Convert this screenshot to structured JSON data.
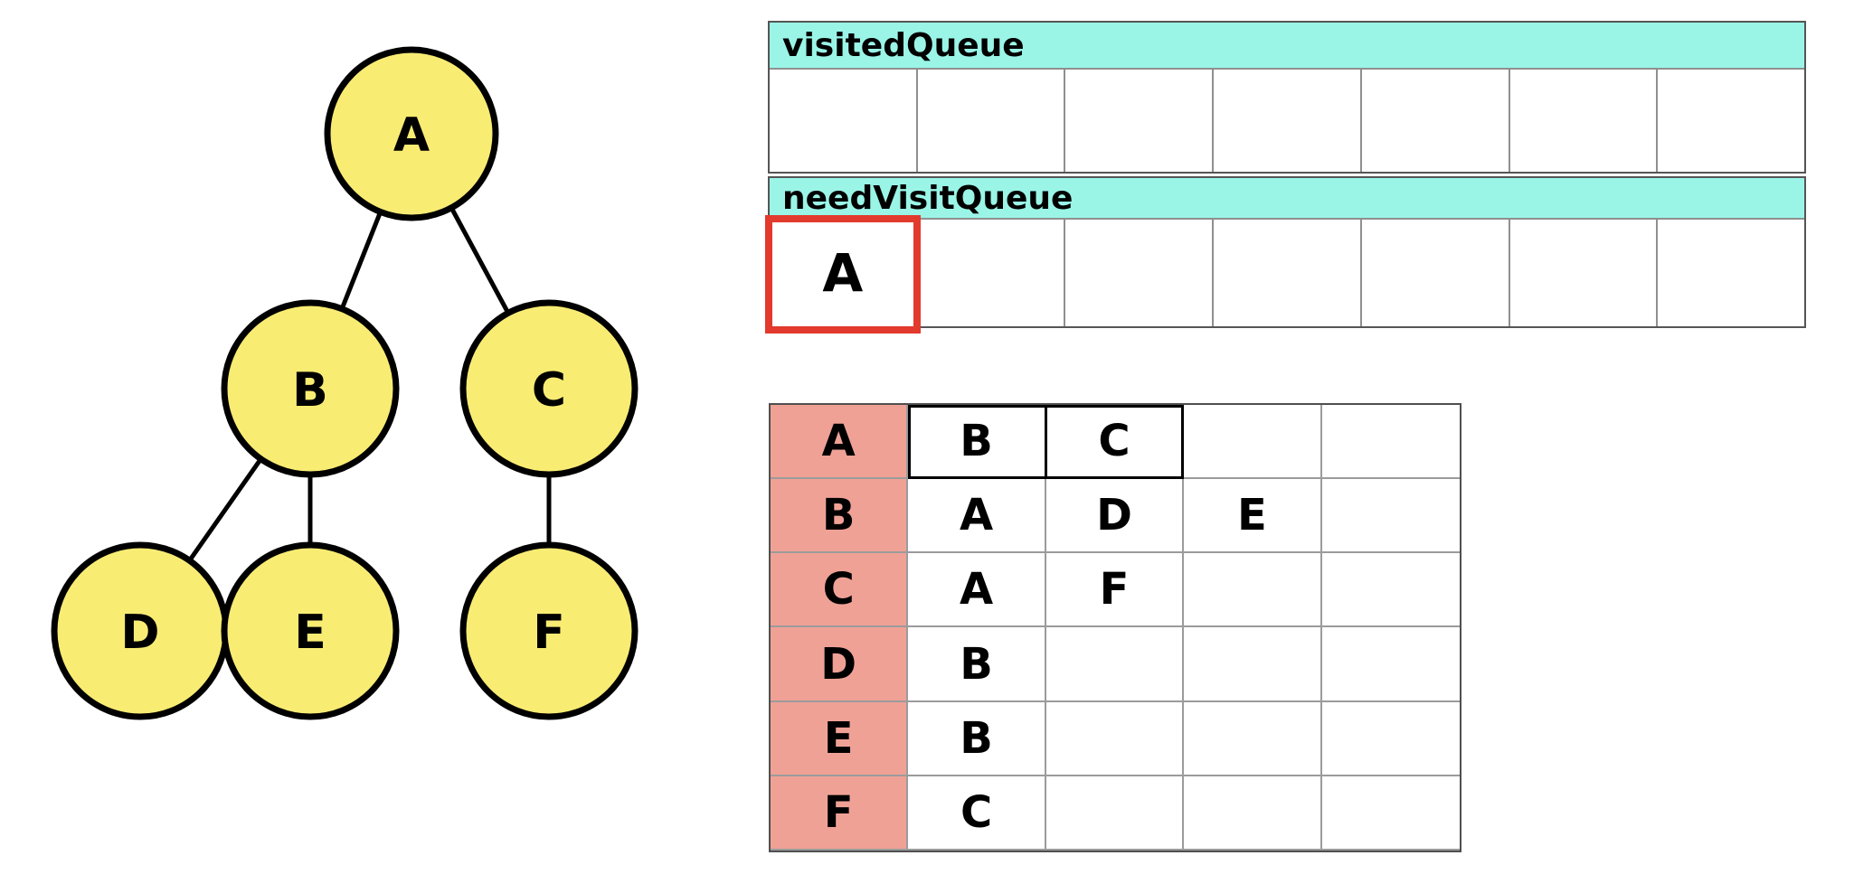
{
  "colors": {
    "node_fill": "#F9EC73",
    "node_stroke": "#000000",
    "edge": "#000000",
    "queue_header_bg": "#9AF5E7",
    "adjacency_label_bg": "#F0A196",
    "current_cell_border": "#E23A2C",
    "highlight_cell_border": "#000000",
    "grid_line": "#9B9B9B",
    "table_border": "#4F4F4F"
  },
  "tree": {
    "nodes": [
      {
        "label": "A"
      },
      {
        "label": "B"
      },
      {
        "label": "C"
      },
      {
        "label": "D"
      },
      {
        "label": "E"
      },
      {
        "label": "F"
      }
    ],
    "edges": [
      "A-B",
      "A-C",
      "B-D",
      "B-E",
      "C-F"
    ]
  },
  "queues": {
    "visited": {
      "title": "visitedQueue",
      "cells": [
        "",
        "",
        "",
        "",
        "",
        "",
        ""
      ]
    },
    "need_visit": {
      "title": "needVisitQueue",
      "cells": [
        "A",
        "",
        "",
        "",
        "",
        "",
        ""
      ],
      "highlighted_cell_index": 0
    }
  },
  "adjacency": {
    "rows": [
      {
        "node": "A",
        "neighbors": [
          "B",
          "C",
          "",
          ""
        ],
        "highlighted_neighbors": [
          "B",
          "C"
        ]
      },
      {
        "node": "B",
        "neighbors": [
          "A",
          "D",
          "E",
          ""
        ]
      },
      {
        "node": "C",
        "neighbors": [
          "A",
          "F",
          "",
          ""
        ]
      },
      {
        "node": "D",
        "neighbors": [
          "B",
          "",
          "",
          ""
        ]
      },
      {
        "node": "E",
        "neighbors": [
          "B",
          "",
          "",
          ""
        ]
      },
      {
        "node": "F",
        "neighbors": [
          "C",
          "",
          "",
          ""
        ]
      }
    ]
  }
}
